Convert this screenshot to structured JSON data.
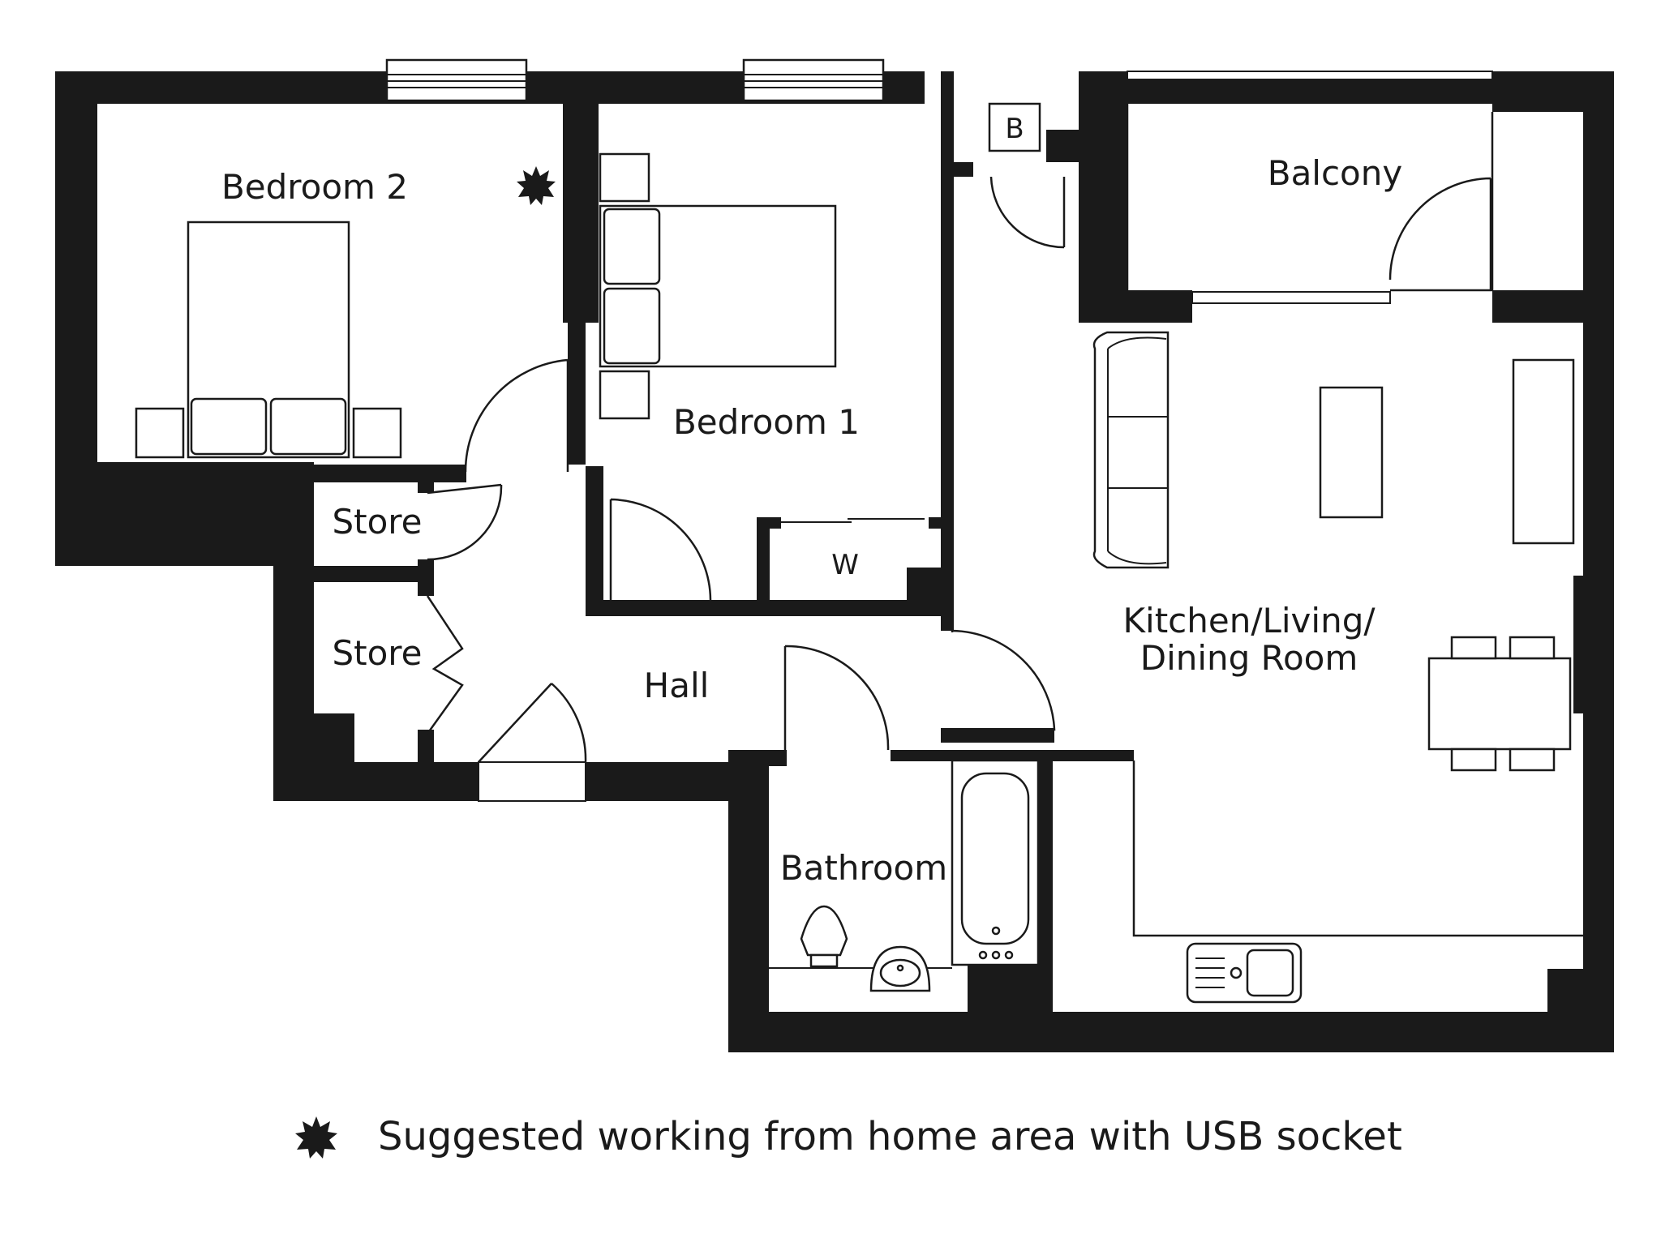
{
  "rooms": {
    "bedroom2": "Bedroom 2",
    "bedroom1": "Bedroom 1",
    "balcony": "Balcony",
    "boiler": "B",
    "store_upper": "Store",
    "store_lower": "Store",
    "wardrobe": "W",
    "hall": "Hall",
    "kitchen_line1": "Kitchen/Living/",
    "kitchen_line2": "Dining Room",
    "bathroom": "Bathroom"
  },
  "legend": {
    "icon": "starburst-icon",
    "text": "Suggested working from home area with USB socket"
  },
  "colors": {
    "walls": "#1a1a1a",
    "background": "#ffffff"
  }
}
